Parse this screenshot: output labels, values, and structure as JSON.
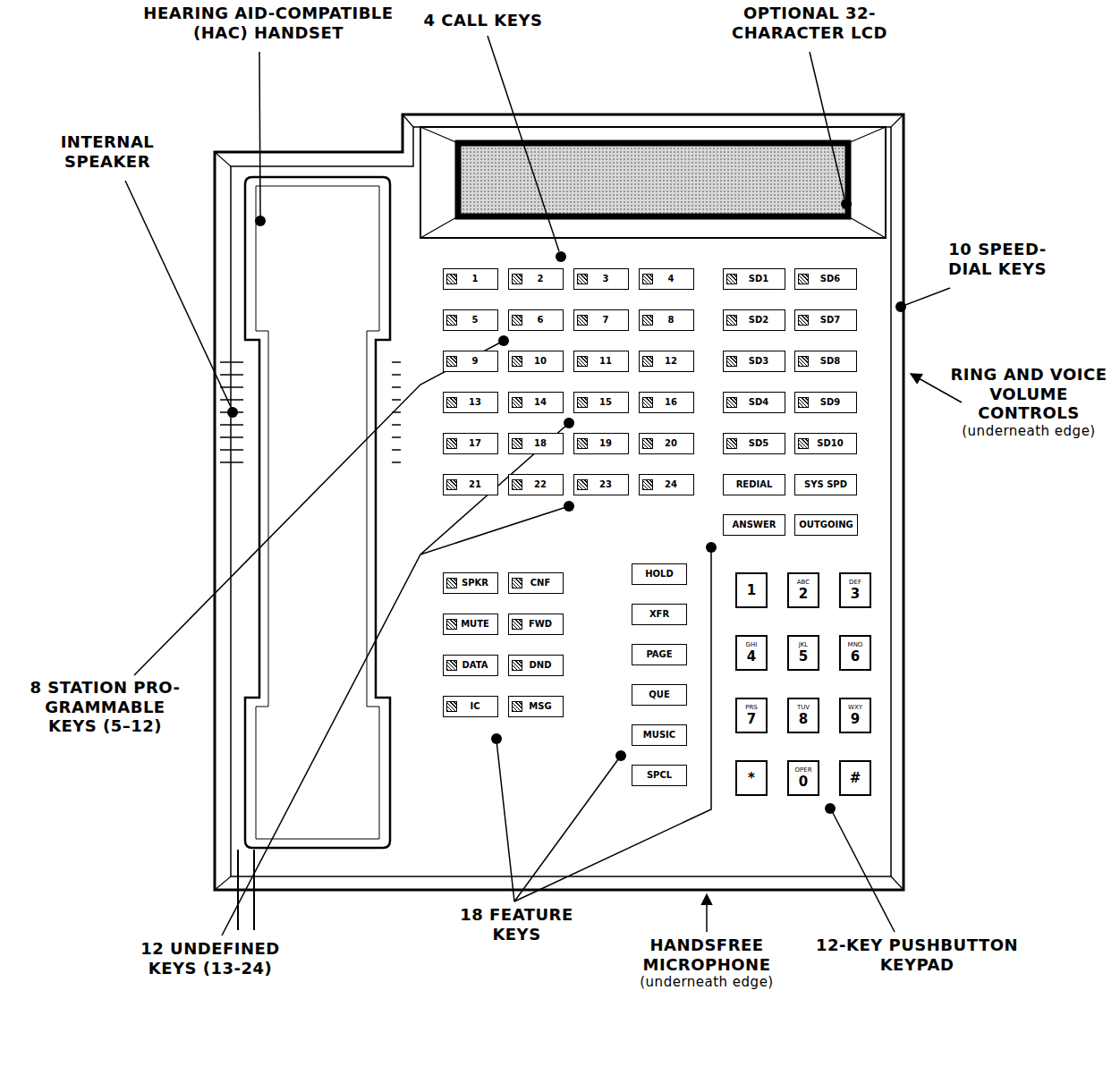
{
  "diagram": {
    "nodes": [
      {
        "text": [
          "1"
        ]
      },
      {
        "text": [
          "2"
        ]
      },
      {
        "text": [
          "3"
        ]
      },
      {
        "text": [
          "4"
        ]
      },
      {
        "text": [
          "5"
        ]
      },
      {
        "text": [
          "6"
        ]
      },
      {
        "text": [
          "7"
        ]
      },
      {
        "text": [
          "8"
        ]
      },
      {
        "text": [
          "9"
        ]
      },
      {
        "text": [
          "10"
        ]
      },
      {
        "text": [
          "11"
        ]
      },
      {
        "text": [
          "12"
        ]
      },
      {
        "text": [
          "13"
        ]
      },
      {
        "text": [
          "14"
        ]
      },
      {
        "text": [
          "15"
        ]
      },
      {
        "text": [
          "16"
        ]
      },
      {
        "text": [
          "17"
        ]
      },
      {
        "text": [
          "18"
        ]
      },
      {
        "text": [
          "19"
        ]
      },
      {
        "text": [
          "20"
        ]
      },
      {
        "text": [
          "21"
        ]
      },
      {
        "text": [
          "22"
        ]
      },
      {
        "text": [
          "23"
        ]
      },
      {
        "text": [
          "24"
        ]
      },
      {
        "text": [
          "SD1"
        ]
      },
      {
        "text": [
          "SD6"
        ]
      },
      {
        "text": [
          "SD2"
        ]
      },
      {
        "text": [
          "SD7"
        ]
      },
      {
        "text": [
          "SD3"
        ]
      },
      {
        "text": [
          "SD8"
        ]
      },
      {
        "text": [
          "SD4"
        ]
      },
      {
        "text": [
          "SD9"
        ]
      },
      {
        "text": [
          "SD5"
        ]
      },
      {
        "text": [
          "SD10"
        ]
      },
      {
        "text": [
          "REDIAL"
        ]
      },
      {
        "text": [
          "SYS SPD"
        ]
      },
      {
        "text": [
          "ANSWER"
        ]
      },
      {
        "text": [
          "OUTGOING"
        ]
      },
      {
        "text": [
          "SPKR"
        ]
      },
      {
        "text": [
          "CNF"
        ]
      },
      {
        "text": [
          "MUTE"
        ]
      },
      {
        "text": [
          "FWD"
        ]
      },
      {
        "text": [
          "DATA"
        ]
      },
      {
        "text": [
          "DND"
        ]
      },
      {
        "text": [
          "IC"
        ]
      },
      {
        "text": [
          "MSG"
        ]
      },
      {
        "text": [
          "HOLD"
        ]
      },
      {
        "text": [
          "XFR"
        ]
      },
      {
        "text": [
          "PAGE"
        ]
      },
      {
        "text": [
          "QUE"
        ]
      },
      {
        "text": [
          "MUSIC"
        ]
      },
      {
        "text": [
          "SPCL"
        ]
      },
      {
        "text": [
          "1"
        ]
      },
      {
        "text": [
          "ABC",
          "2"
        ]
      },
      {
        "text": [
          "DEF",
          "3"
        ]
      },
      {
        "text": [
          "GHI",
          "4"
        ]
      },
      {
        "text": [
          "JKL",
          "5"
        ]
      },
      {
        "text": [
          "MNO",
          "6"
        ]
      },
      {
        "text": [
          "PRS",
          "7"
        ]
      },
      {
        "text": [
          "TUV",
          "8"
        ]
      },
      {
        "text": [
          "WXY",
          "9"
        ]
      },
      {
        "text": [
          "*"
        ]
      },
      {
        "text": [
          "OPER",
          "0"
        ]
      },
      {
        "text": [
          "#"
        ]
      }
    ],
    "labels": [
      "HEARING AID-COMPATIBLE (HAC) HANDSET",
      "4 CALL KEYS",
      "OPTIONAL 32-CHARACTER LCD",
      "10 SPEED- DIAL KEYS",
      "INTERNAL SPEAKER",
      "RING AND VOICE VOLUME CONTROLS",
      "(underneath edge)",
      "8 STATION PRO- GRAMMABLE KEYS (5–12)",
      "12 UNDEFINED KEYS (13-24)",
      "18 FEATURE KEYS",
      "HANDSFREE MICROPHONE",
      "(underneath edge)",
      "12-KEY PUSHBUTTON KEYPAD"
    ]
  }
}
